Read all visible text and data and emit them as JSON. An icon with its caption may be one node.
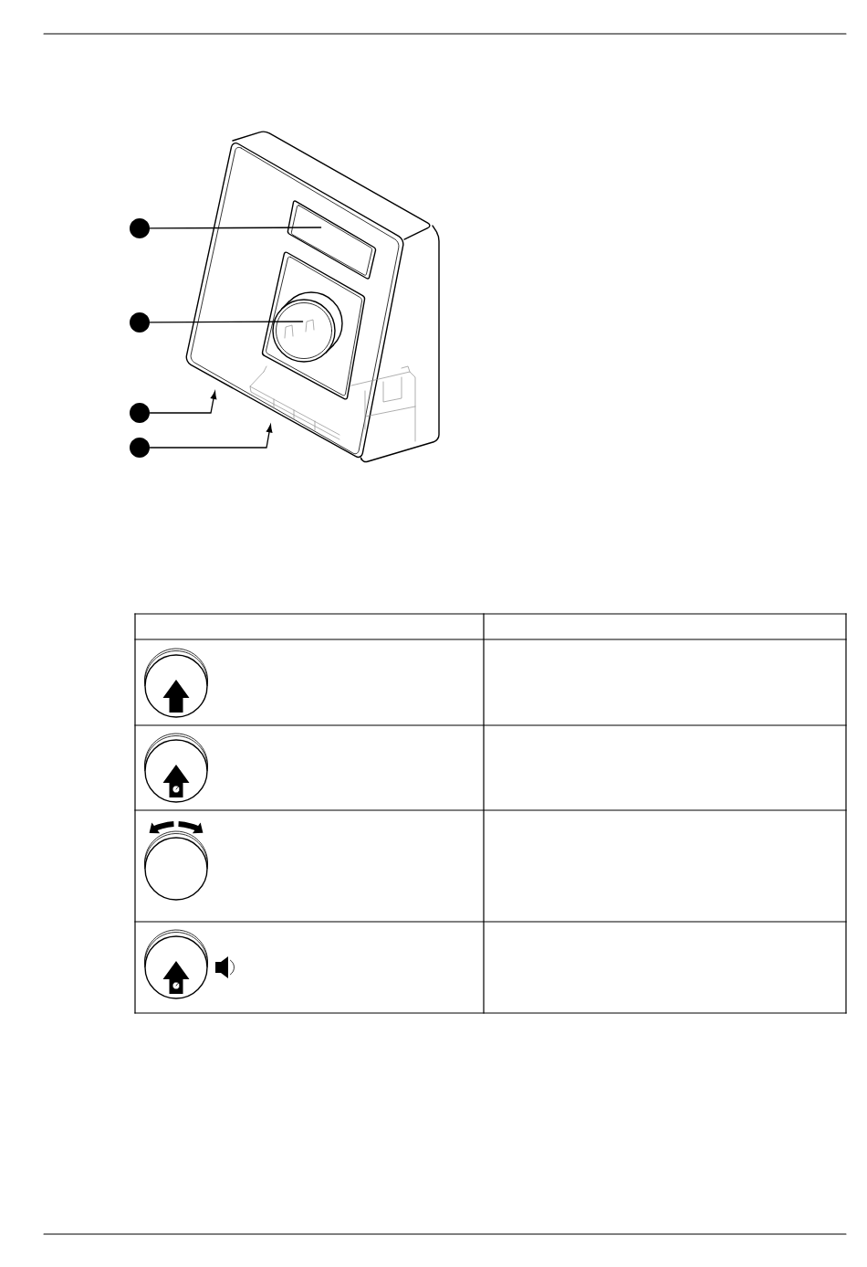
{
  "diagram": {
    "nodes": [
      {
        "text": [],
        "shape": "circle"
      },
      {
        "text": [],
        "shape": "circle"
      },
      {
        "text": [],
        "shape": "circle"
      },
      {
        "text": [],
        "shape": "circle"
      },
      {
        "text": [],
        "shape": "box"
      },
      {
        "text": [],
        "shape": "circle"
      },
      {
        "text": [],
        "shape": "box"
      }
    ],
    "edges": [
      {
        "from": 0,
        "to": 4,
        "arrow": "none"
      },
      {
        "from": 1,
        "to": 5,
        "arrow": "none"
      },
      {
        "from": 2,
        "to": null,
        "arrow": "to"
      },
      {
        "from": 3,
        "to": 6,
        "arrow": "to"
      }
    ]
  }
}
